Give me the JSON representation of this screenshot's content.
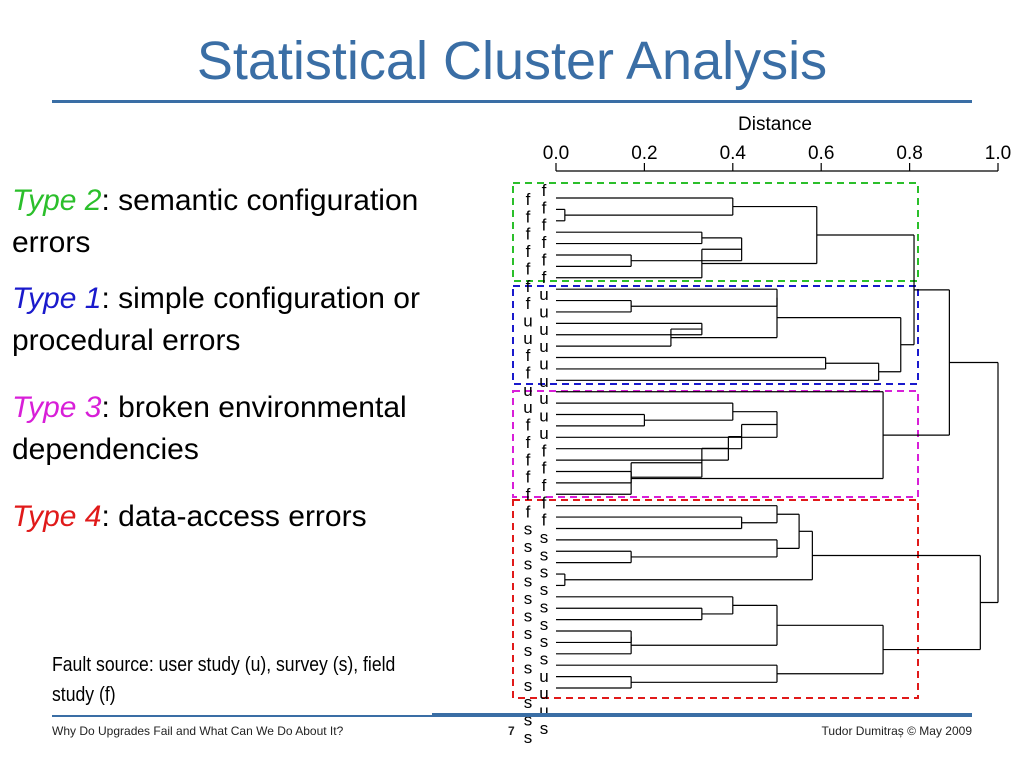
{
  "slide": {
    "title": "Statistical Cluster Analysis",
    "types": [
      {
        "name": "Type 2",
        "rest": ": semantic configuration errors",
        "color": "#2bbf2b"
      },
      {
        "name": "Type 1",
        "rest": ": simple configuration or procedural errors",
        "color": "#1a1acc"
      },
      {
        "name": "Type 3",
        "rest": ": broken environmental dependencies",
        "color": "#d81fd8"
      },
      {
        "name": "Type 4",
        "rest": ": data-access errors",
        "color": "#e01a1a"
      }
    ],
    "note": "Fault source: user study (u), survey (s), field study (f)",
    "footer": {
      "left": "Why Do Upgrades Fail and What Can We Do About It?",
      "page": "7",
      "right": "Tudor Dumitraș  © May 2009"
    }
  },
  "chart_data": {
    "type": "dendrogram",
    "axis_title": "Distance",
    "ticks": [
      "0.0",
      "0.2",
      "0.4",
      "0.6",
      "0.8",
      "1.0"
    ],
    "xlim": [
      0,
      1
    ],
    "leaves_left": [
      "f",
      "f",
      "f",
      "f",
      "f",
      "f",
      "f",
      "u",
      "u",
      "f",
      "f",
      "u",
      "u",
      "f",
      "f",
      "f",
      "f",
      "f",
      "f",
      "s",
      "s",
      "s",
      "s",
      "s",
      "s",
      "s",
      "s",
      "s",
      "s",
      "s",
      "s",
      "s"
    ],
    "leaves_right": [
      "f",
      "f",
      "f",
      "f",
      "f",
      "f",
      "u",
      "u",
      "u",
      "u",
      "u",
      "u",
      "u",
      "u",
      "u",
      "f",
      "f",
      "f",
      "f",
      "f",
      "s",
      "s",
      "s",
      "s",
      "s",
      "s",
      "s",
      "s",
      "u",
      "u",
      "u",
      "s"
    ],
    "clusters": [
      {
        "name": "Type 2",
        "color": "#2bbf2b"
      },
      {
        "name": "Type 1",
        "color": "#1a1acc"
      },
      {
        "name": "Type 3",
        "color": "#d81fd8"
      },
      {
        "name": "Type 4",
        "color": "#e01a1a"
      }
    ],
    "links": [
      {
        "at": 0.4
      },
      {
        "at": 0.02
      },
      {
        "at": 0.33
      },
      {
        "at": 0.17
      },
      {
        "at": 0.42
      },
      {
        "at": 0.33
      },
      {
        "at": 0.59
      },
      {
        "at": 0.5
      },
      {
        "at": 0.17
      },
      {
        "at": 0.33
      },
      {
        "at": 0.26
      },
      {
        "at": 0.5
      },
      {
        "at": 0.61
      },
      {
        "at": 0.73
      },
      {
        "at": 0.78
      },
      {
        "at": 0.6
      },
      {
        "at": 0.4
      },
      {
        "at": 0.2
      },
      {
        "at": 0.5
      },
      {
        "at": 0.42
      },
      {
        "at": 0.39
      },
      {
        "at": 0.33
      },
      {
        "at": 0.17
      },
      {
        "at": 0.74
      },
      {
        "at": 0.5
      },
      {
        "at": 0.42
      },
      {
        "at": 0.17
      },
      {
        "at": 0.5
      },
      {
        "at": 0.55
      },
      {
        "at": 0.4
      },
      {
        "at": 0.17
      },
      {
        "at": 0.02
      },
      {
        "at": 0.58
      },
      {
        "at": 0.33
      },
      {
        "at": 0.17
      },
      {
        "at": 0.5
      },
      {
        "at": 0.17
      },
      {
        "at": 0.5
      },
      {
        "at": 0.74
      },
      {
        "at": 0.81
      },
      {
        "at": 0.89
      },
      {
        "at": 0.96
      },
      {
        "at": 1.0
      }
    ]
  }
}
